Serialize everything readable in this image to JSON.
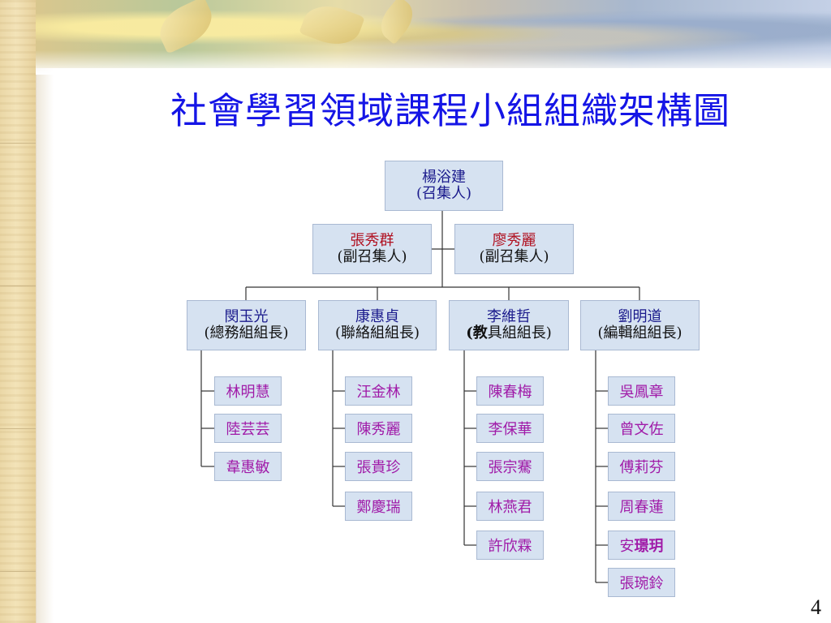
{
  "slide": {
    "title": "社會學習領域課程小組組織架構圖",
    "page_number": "4"
  },
  "chart": {
    "convener": {
      "name": "楊浴建",
      "role": "(召集人)"
    },
    "deputies": [
      {
        "name": "張秀群",
        "role": "(副召集人)"
      },
      {
        "name": "廖秀麗",
        "role": "(副召集人)"
      }
    ],
    "groups": [
      {
        "leader": "閔玉光",
        "role": "(總務組組長)",
        "members": [
          "林明慧",
          "陸芸芸",
          "韋惠敏"
        ]
      },
      {
        "leader": "康惠貞",
        "role": "(聯絡組組長)",
        "members": [
          "汪金林",
          "陳秀麗",
          "張貴珍",
          "鄭慶瑞"
        ]
      },
      {
        "leader": "李維哲",
        "role_bold": "(教",
        "role": "具組組長)",
        "members": [
          "陳春梅",
          "李保華",
          "張宗騫",
          "林燕君",
          "許欣霖"
        ]
      },
      {
        "leader": "劉明道",
        "role": "(編輯組組長)",
        "members": [
          "吳鳳章",
          "曾文佐",
          "傅莉芬",
          "周春蓮",
          "安",
          "張琬鈴"
        ],
        "member5_bold": "璟玥"
      }
    ]
  },
  "colors": {
    "title": "#1515e6",
    "box_fill": "#d6e2f1",
    "member_text": "#a01aa8",
    "deputy_name": "#b01020"
  }
}
